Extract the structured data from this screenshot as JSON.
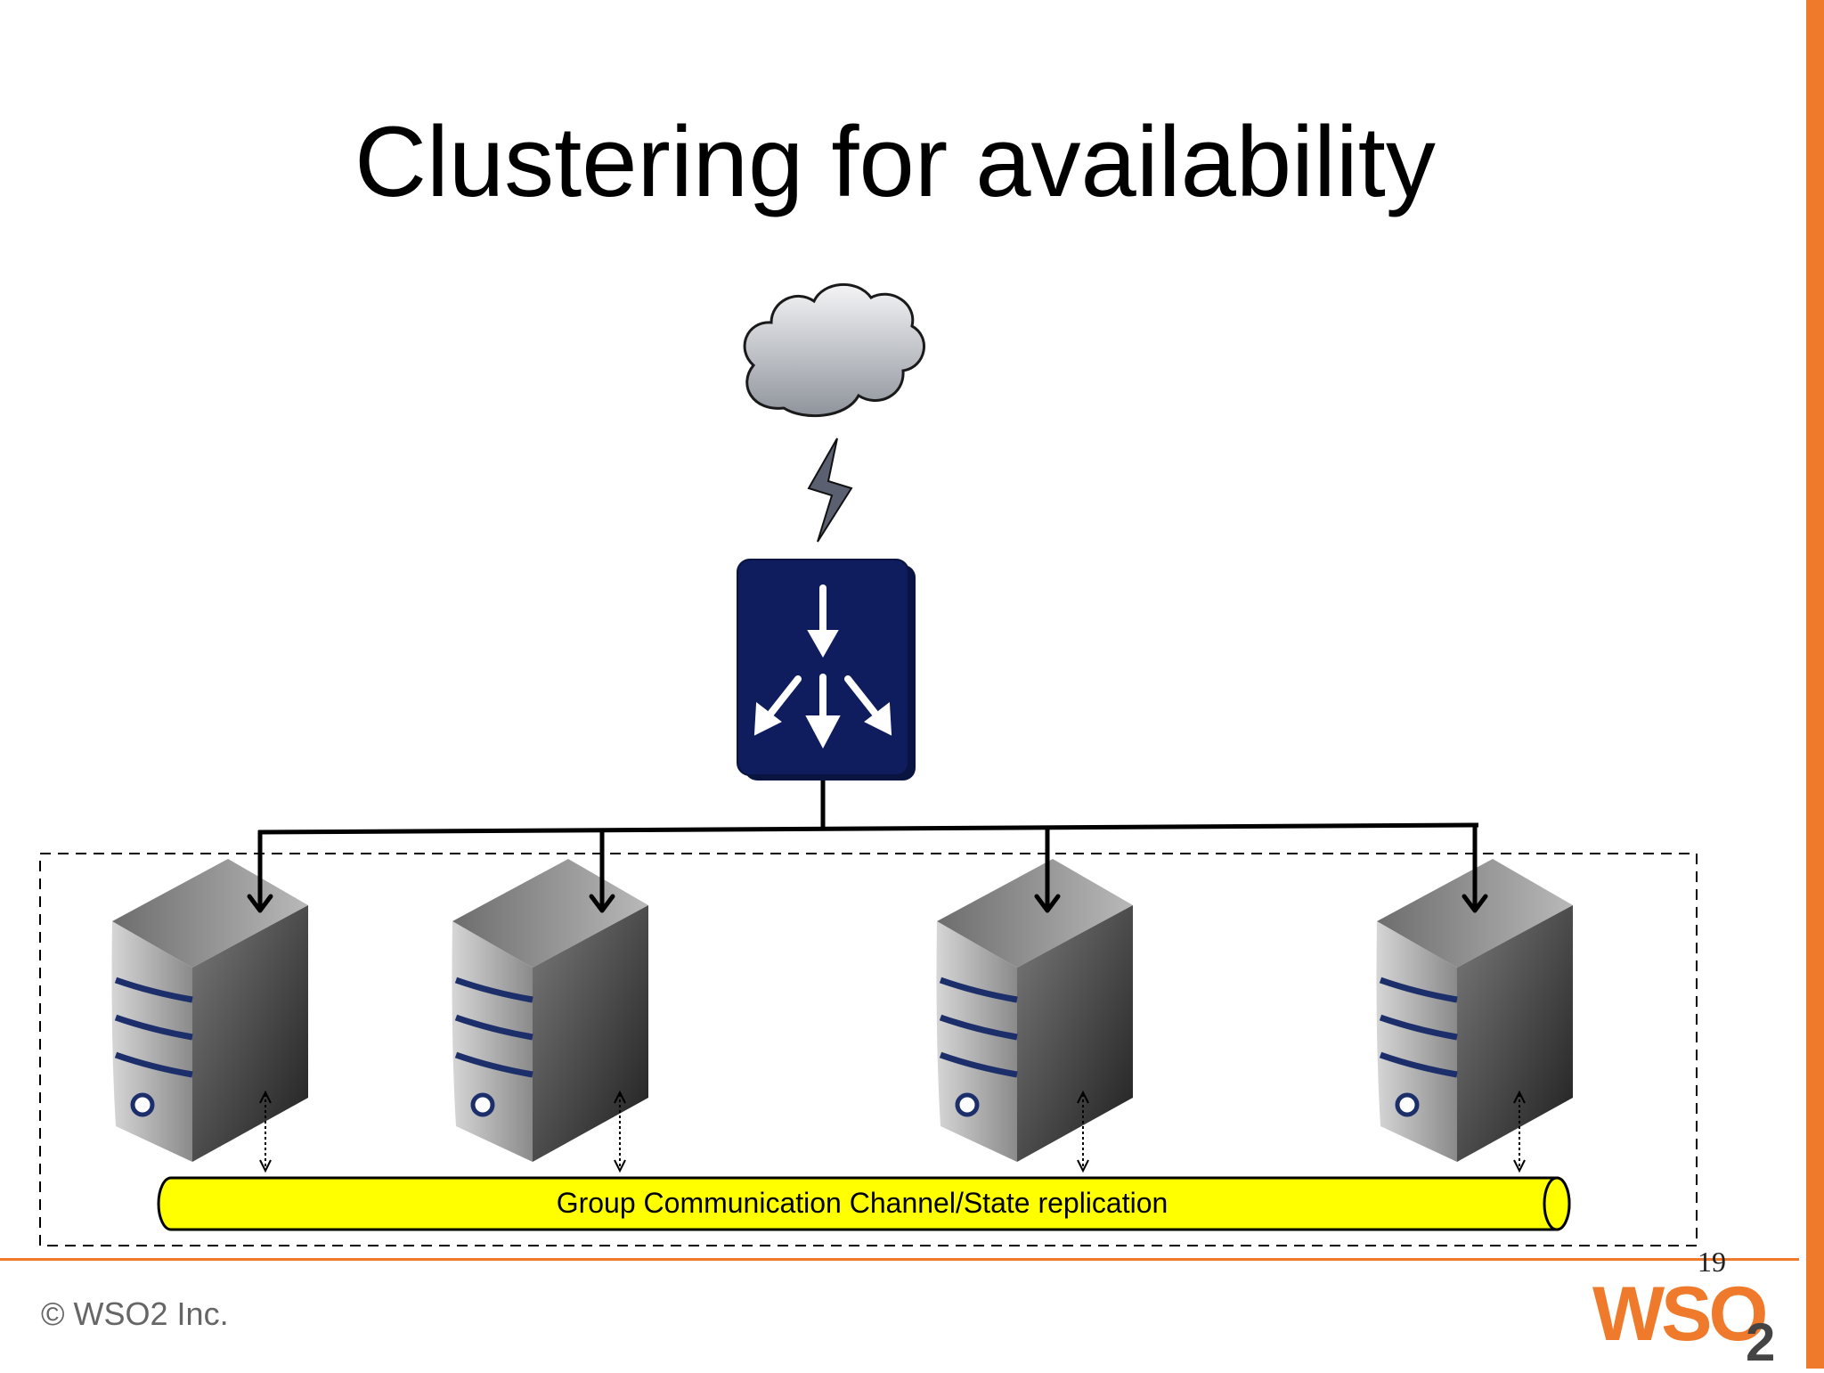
{
  "slide": {
    "title": "Clustering for availability",
    "channel_label": "Group Communication Channel/State replication",
    "copyright": "© WSO2 Inc.",
    "page_number": "19",
    "logo": {
      "main": "WSO",
      "sub": "2"
    }
  },
  "diagram": {
    "nodes": [
      {
        "id": "internet",
        "icon": "cloud-icon"
      },
      {
        "id": "link",
        "icon": "lightning-icon"
      },
      {
        "id": "load-balancer",
        "icon": "load-balancer-icon"
      },
      {
        "id": "server-1",
        "icon": "server-icon"
      },
      {
        "id": "server-2",
        "icon": "server-icon"
      },
      {
        "id": "server-3",
        "icon": "server-icon"
      },
      {
        "id": "server-4",
        "icon": "server-icon"
      }
    ],
    "edges": [
      {
        "from": "load-balancer",
        "to": "server-1"
      },
      {
        "from": "load-balancer",
        "to": "server-2"
      },
      {
        "from": "load-balancer",
        "to": "server-3"
      },
      {
        "from": "load-balancer",
        "to": "server-4"
      }
    ],
    "replication_links": [
      "server-1",
      "server-2",
      "server-3",
      "server-4"
    ]
  },
  "colors": {
    "accent": "#f07a2b",
    "channel_fill": "#ffff00",
    "load_balancer": "#0f1d5e",
    "server_stripe": "#1c2f6b"
  }
}
